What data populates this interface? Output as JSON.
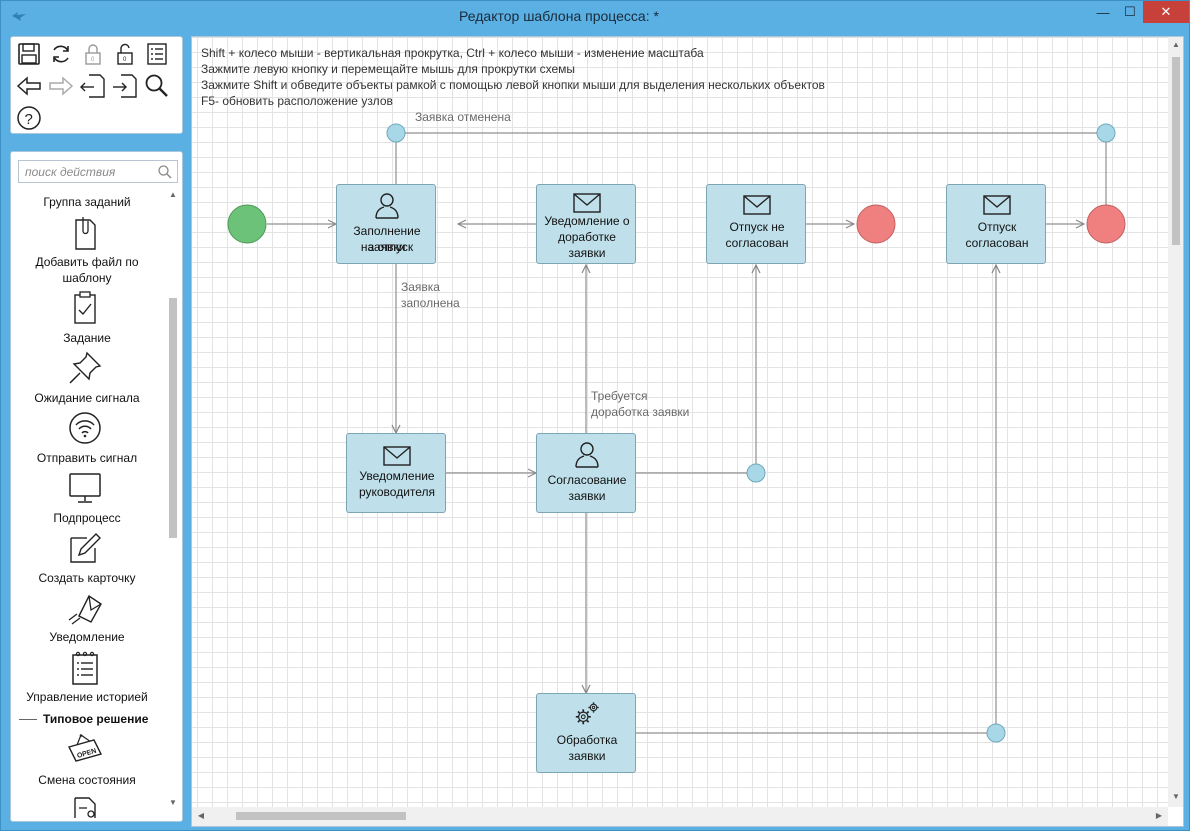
{
  "window": {
    "title": "Редактор шаблона процесса:  *",
    "minimize": "—",
    "maximize": "☐",
    "close": "✕"
  },
  "search": {
    "placeholder": "поиск действия"
  },
  "actions": {
    "partial_top": "Группа заданий",
    "items": [
      {
        "label": "Добавить файл по шаблону",
        "icon": "file-clip-icon"
      },
      {
        "label": "Задание",
        "icon": "clipboard-check-icon"
      },
      {
        "label": "Ожидание сигнала",
        "icon": "pin-icon"
      },
      {
        "label": "Отправить сигнал",
        "icon": "wifi-signal-icon"
      },
      {
        "label": "Подпроцесс",
        "icon": "monitor-icon"
      },
      {
        "label": "Создать карточку",
        "icon": "pencil-icon"
      },
      {
        "label": "Уведомление",
        "icon": "envelope-send-icon"
      },
      {
        "label": "Управление историей",
        "icon": "notepad-list-icon"
      }
    ],
    "group2": "Типовое решение",
    "items2": [
      {
        "label": "Смена состояния",
        "icon": "open-sign-icon"
      }
    ]
  },
  "canvas": {
    "hints": [
      "Shift + колесо мыши - вертикальная прокрутка, Ctrl + колесо мыши - изменение масштаба",
      "Зажмите левую кнопку и перемещайте мышь для прокрутки схемы",
      "Зажмите Shift и обведите объекты рамкой с помощью левой кнопки мыши для выделения нескольких объектов",
      "F5- обновить расположение узлов"
    ],
    "nodes": {
      "fill_request": {
        "label1": "Заполнение заявки",
        "label2": "на отпуск"
      },
      "rework_notice": {
        "label1": "Уведомление о",
        "label2": "доработке",
        "label3": "заявки"
      },
      "not_approved": {
        "label1": "Отпуск не",
        "label2": "согласован"
      },
      "approved": {
        "label1": "Отпуск",
        "label2": "согласован"
      },
      "manager_notice": {
        "label1": "Уведомление",
        "label2": "руководителя"
      },
      "approval": {
        "label1": "Согласование",
        "label2": "заявки"
      },
      "processing": {
        "label1": "Обработка",
        "label2": "заявки"
      }
    },
    "edge_labels": {
      "cancelled": "Заявка отменена",
      "filled1": "Заявка",
      "filled2": "заполнена",
      "rework1": "Требуется",
      "rework2": "доработка заявки"
    },
    "colors": {
      "start": "#6dc27a",
      "end": "#f08080",
      "gateway": "#a8d8e8",
      "task": "#bfe0ea"
    }
  }
}
